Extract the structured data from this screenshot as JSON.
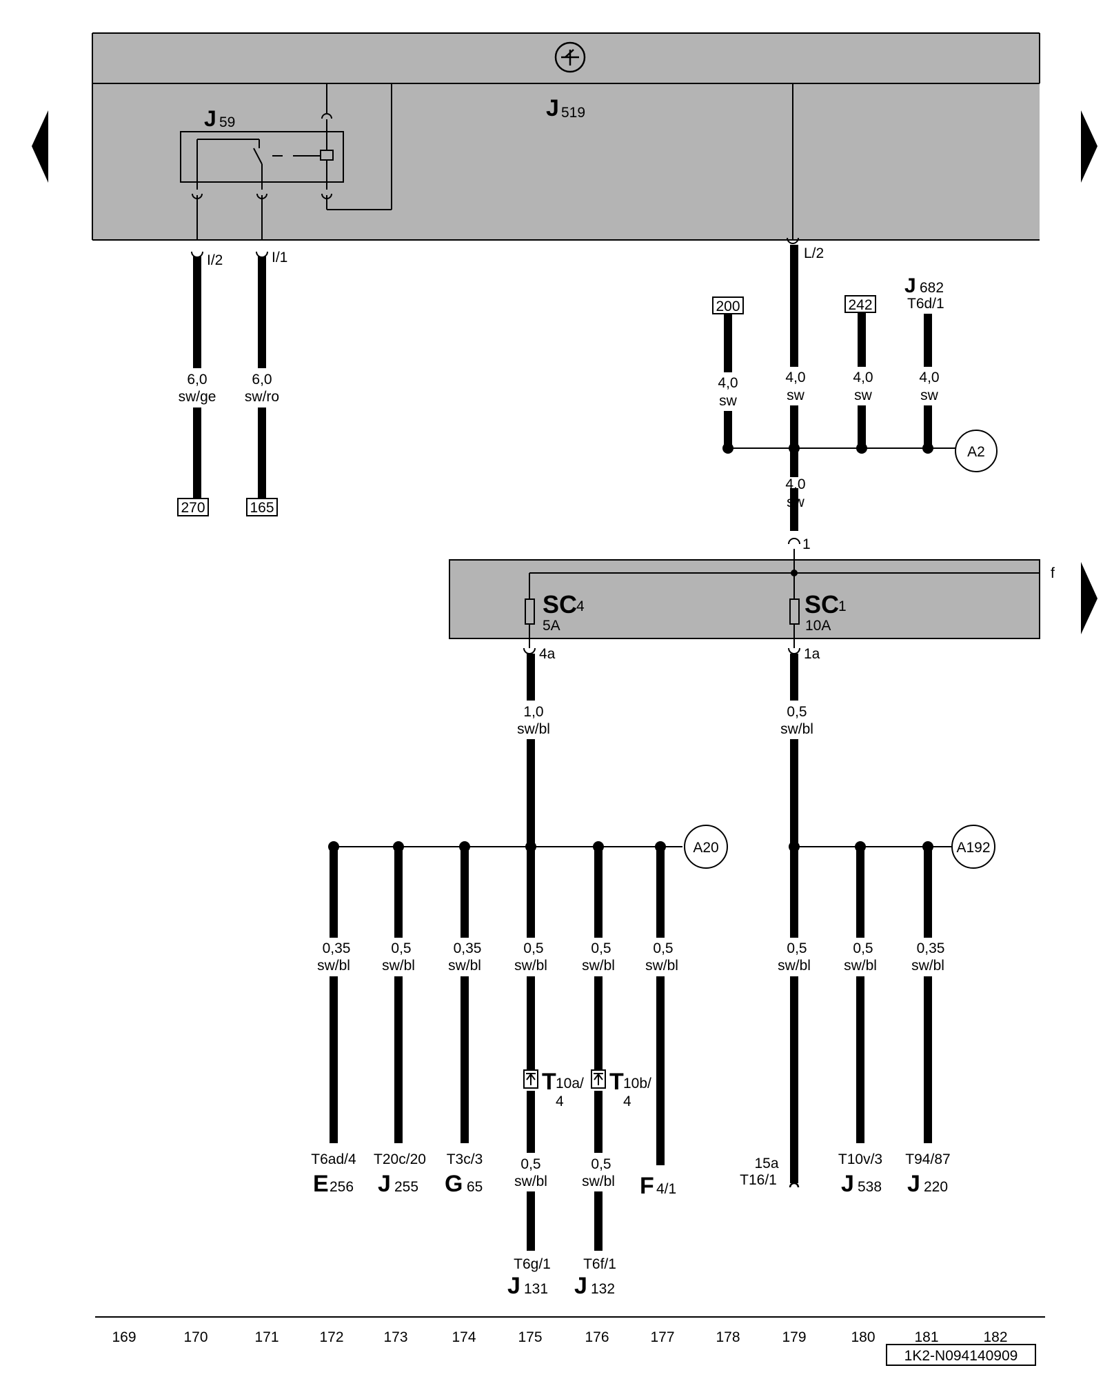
{
  "colors": {
    "module_fill": "#b4b4b4",
    "wire": "#000000",
    "background": "#ffffff"
  },
  "icons": {
    "ground_symbol": "ground-symbol-icon",
    "nav_prev": "arrow-left-icon",
    "nav_next": "arrow-right-icon"
  },
  "modules": {
    "j519": {
      "label": "J",
      "sub": "519"
    },
    "j59": {
      "label": "J",
      "sub": "59"
    },
    "fuse_carrier": {
      "sc4": {
        "name": "SC",
        "num": "4",
        "rating": "5A"
      },
      "sc1": {
        "name": "SC",
        "num": "1",
        "rating": "10A"
      },
      "bus_label": "f",
      "input_pin": "1",
      "output_pins": [
        "4a",
        "1a"
      ]
    }
  },
  "pins": {
    "i2": "I/2",
    "i1": "I/1",
    "l2": "L/2"
  },
  "refs": {
    "r270": "270",
    "r165": "165",
    "r200": "200",
    "r242": "242"
  },
  "j682": {
    "label": "J",
    "sub": "682",
    "pin": "T6d/1"
  },
  "wires": {
    "w_i2": {
      "size": "6,0",
      "color": "sw/ge"
    },
    "w_i1": {
      "size": "6,0",
      "color": "sw/ro"
    },
    "w_200": {
      "size": "4,0",
      "color": "sw"
    },
    "w_l2": {
      "size": "4,0",
      "color": "sw"
    },
    "w_242": {
      "size": "4,0",
      "color": "sw"
    },
    "w_682": {
      "size": "4,0",
      "color": "sw"
    },
    "w_main": {
      "size": "4,0",
      "color": "sw"
    },
    "w_4a": {
      "size": "1,0",
      "color": "sw/bl"
    },
    "w_1a": {
      "size": "0,5",
      "color": "sw/bl"
    },
    "b172": {
      "size": "0,35",
      "color": "sw/bl"
    },
    "b173": {
      "size": "0,5",
      "color": "sw/bl"
    },
    "b174": {
      "size": "0,35",
      "color": "sw/bl"
    },
    "b175": {
      "size": "0,5",
      "color": "sw/bl"
    },
    "b176": {
      "size": "0,5",
      "color": "sw/bl"
    },
    "b177": {
      "size": "0,5",
      "color": "sw/bl"
    },
    "b179": {
      "size": "0,5",
      "color": "sw/bl"
    },
    "b180": {
      "size": "0,5",
      "color": "sw/bl"
    },
    "b181": {
      "size": "0,35",
      "color": "sw/bl"
    },
    "l175": {
      "size": "0,5",
      "color": "sw/bl"
    },
    "l176": {
      "size": "0,5",
      "color": "sw/bl"
    }
  },
  "splices": {
    "a2": "A2",
    "a20": "A20",
    "a192": "A192"
  },
  "connectors": {
    "t10a": {
      "name": "T",
      "sub": "10a/",
      "pin": "4"
    },
    "t10b": {
      "name": "T",
      "sub": "10b/",
      "pin": "4"
    }
  },
  "components": {
    "e256": {
      "pin": "T6ad/4",
      "name": "E",
      "sub": "256"
    },
    "j255": {
      "pin": "T20c/20",
      "name": "J",
      "sub": "255"
    },
    "g65": {
      "pin": "T3c/3",
      "name": "G",
      "sub": "65"
    },
    "f4": {
      "name": "F",
      "sub": "4/1"
    },
    "t16": {
      "pin1": "15a",
      "pin2": "T16/1"
    },
    "j538": {
      "pin": "T10v/3",
      "name": "J",
      "sub": "538"
    },
    "j220": {
      "pin": "T94/87",
      "name": "J",
      "sub": "220"
    },
    "j131": {
      "pin": "T6g/1",
      "name": "J",
      "sub": "131"
    },
    "j132": {
      "pin": "T6f/1",
      "name": "J",
      "sub": "132"
    }
  },
  "footer": {
    "tracks": [
      "169",
      "170",
      "171",
      "172",
      "173",
      "174",
      "175",
      "176",
      "177",
      "178",
      "179",
      "180",
      "181",
      "182"
    ],
    "doc_code": "1K2-N094140909"
  }
}
